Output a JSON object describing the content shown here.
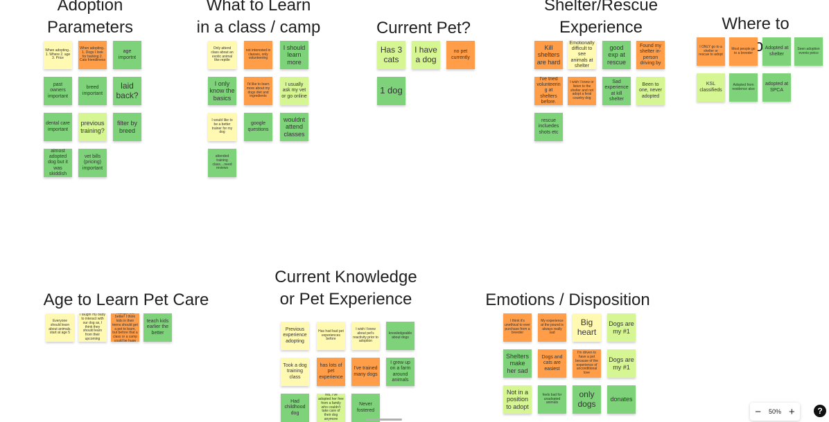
{
  "board": {
    "groups": [
      {
        "id": "adoption",
        "title": "Adoption\nParameters"
      },
      {
        "id": "learn",
        "title": "What to Learn\nin a class / camp"
      },
      {
        "id": "pet",
        "title": "Current Pet?"
      },
      {
        "id": "shelter",
        "title": "Shelter/Rescue\nExperience"
      },
      {
        "id": "where",
        "title": "Where to Adopt"
      },
      {
        "id": "age",
        "title": "Age to Learn Pet Care"
      },
      {
        "id": "knowledge",
        "title": "Current Knowledge\nor Pet Experience"
      },
      {
        "id": "emotions",
        "title": "Emotions / Disposition"
      }
    ],
    "notes": [
      {
        "text": "When adopting.. 1. Where 2. age 3. Price",
        "color": "yellow"
      },
      {
        "text": "When adopting.. 1. Dogs I look for barking 2. Cats friendliness",
        "color": "orange"
      },
      {
        "text": "age importnt",
        "color": "green"
      },
      {
        "text": "past owners important",
        "color": "green"
      },
      {
        "text": "breed important",
        "color": "green"
      },
      {
        "text": "laid back?",
        "color": "green"
      },
      {
        "text": "dental care important",
        "color": "green"
      },
      {
        "text": "previous training?",
        "color": "lime"
      },
      {
        "text": "filter by breed",
        "color": "green"
      },
      {
        "text": "almost adopted dog but it was skiddish",
        "color": "green"
      },
      {
        "text": "vet bills (pricing) important",
        "color": "green"
      },
      {
        "text": "Only attend class about an exotic animal like reptile",
        "color": "yellow"
      },
      {
        "text": "not interested in classes, only volunteering",
        "color": "orange"
      },
      {
        "text": "I should learn more",
        "color": "green"
      },
      {
        "text": "I only know the basics",
        "color": "green"
      },
      {
        "text": "I'd like to learn more about my dogs diet and ingredients",
        "color": "orange"
      },
      {
        "text": "I usually ask my vet or go online",
        "color": "lime"
      },
      {
        "text": "I would like to be a better trainer for my dog",
        "color": "yellow"
      },
      {
        "text": "google questions",
        "color": "green"
      },
      {
        "text": "wouldnt attend classes",
        "color": "green"
      },
      {
        "text": "attended training class....need reviews",
        "color": "green"
      },
      {
        "text": "Has 3 cats",
        "color": "lime"
      },
      {
        "text": "I have a dog",
        "color": "lime"
      },
      {
        "text": "no pet currently",
        "color": "orange"
      },
      {
        "text": "1 dog",
        "color": "green"
      },
      {
        "text": "Kill shelters are hard",
        "color": "orange"
      },
      {
        "text": "Emotionally difficult to see animals at shelter",
        "color": "yellow"
      },
      {
        "text": "good exp at rescue",
        "color": "green"
      },
      {
        "text": "Found my shelter in-person driving by",
        "color": "orange"
      },
      {
        "text": "I've tried volunteering at shelters before.",
        "color": "orange"
      },
      {
        "text": "I wish I knew or listen to the shelter and not adopt a feral country dog",
        "color": "orange"
      },
      {
        "text": "Sad experience at kill shelter",
        "color": "green"
      },
      {
        "text": "Been to one, never adopted",
        "color": "lime"
      },
      {
        "text": "rescue incluedes shots etc",
        "color": "green"
      },
      {
        "text": "I ONLY go to a shelter or rescue to adopt",
        "color": "orange"
      },
      {
        "text": "Most people go to a breeder",
        "color": "orange"
      },
      {
        "text": "Adopted at shelter",
        "color": "green"
      },
      {
        "text": "Seen adoption events petco",
        "color": "green"
      },
      {
        "text": "KSL classifieds",
        "color": "lime"
      },
      {
        "text": "Adopted from residence also",
        "color": "green"
      },
      {
        "text": "adopted at SPCA",
        "color": "green"
      },
      {
        "text": "Everyone should learn about animals. start at age 5",
        "color": "yellow"
      },
      {
        "text": "I taught my baby to interact with our dog as, I think they should learn from their upcoming",
        "color": "yellow"
      },
      {
        "text": "Younger the better! I think kids in their teens should get a pet to learn, but before that a class or a camp could be huge",
        "color": "orange"
      },
      {
        "text": "teach kids earlier the better",
        "color": "green"
      },
      {
        "text": "Previous experience adopting",
        "color": "yellow"
      },
      {
        "text": "Has had bad pet experiences before",
        "color": "yellow"
      },
      {
        "text": "I wish I knew about pet's reactivity prior to adoption",
        "color": "yellow"
      },
      {
        "text": "knowledgeable about dogs",
        "color": "green"
      },
      {
        "text": "Took a dog training class",
        "color": "yellow"
      },
      {
        "text": "has lots of pet experience",
        "color": "orange"
      },
      {
        "text": "I've trained many dogs",
        "color": "orange"
      },
      {
        "text": "I grew up on a farm around animals",
        "color": "green"
      },
      {
        "text": "Had childhood dog",
        "color": "green"
      },
      {
        "text": "Yes, I've adopted her free from a family who couldn't take care of their dog anymore",
        "color": "lime"
      },
      {
        "text": "Never fostered",
        "color": "green"
      },
      {
        "text": "I think it's unethical to ever purchase from a breeder",
        "color": "orange"
      },
      {
        "text": "My experience at the pound is always really sad",
        "color": "orange"
      },
      {
        "text": "Big heart",
        "color": "yellow"
      },
      {
        "text": "Dogs are my #1",
        "color": "lime"
      },
      {
        "text": "Shelters make her sad",
        "color": "green"
      },
      {
        "text": "Dogs and cats are easiest",
        "color": "orange"
      },
      {
        "text": "I'm driven to have a pet because of the experience of unconditional love",
        "color": "orange"
      },
      {
        "text": "Dogs are my #1",
        "color": "lime"
      },
      {
        "text": "Not in a position to adopt",
        "color": "lime"
      },
      {
        "text": "feels bad for unadopted animals",
        "color": "green"
      },
      {
        "text": "only dogs",
        "color": "green"
      },
      {
        "text": "donates",
        "color": "green"
      }
    ]
  },
  "zoom": {
    "minus": "−",
    "level": "50%",
    "plus": "+"
  },
  "help": "?",
  "colors": {
    "yellow": "#fff9b1",
    "lime": "#d5f692",
    "green": "#7ed27a",
    "orange": "#ff9d48"
  },
  "icons": {
    "zoom_out": "minus-icon",
    "zoom_in": "plus-icon",
    "help": "help-icon"
  }
}
